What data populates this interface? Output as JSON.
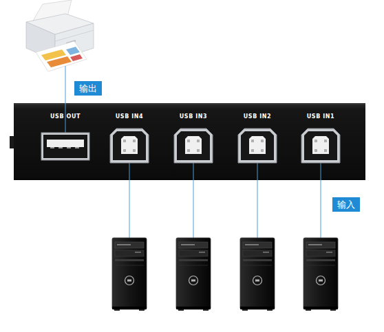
{
  "diagram": {
    "nodes": [
      {
        "text": [
          "输出"
        ]
      },
      {
        "text": [
          "USB OUT"
        ]
      },
      {
        "text": [
          "USB IN4"
        ]
      },
      {
        "text": [
          "USB IN3"
        ]
      },
      {
        "text": [
          "USB IN2"
        ]
      },
      {
        "text": [
          "USB IN1"
        ]
      },
      {
        "text": [
          "输入"
        ]
      }
    ]
  }
}
